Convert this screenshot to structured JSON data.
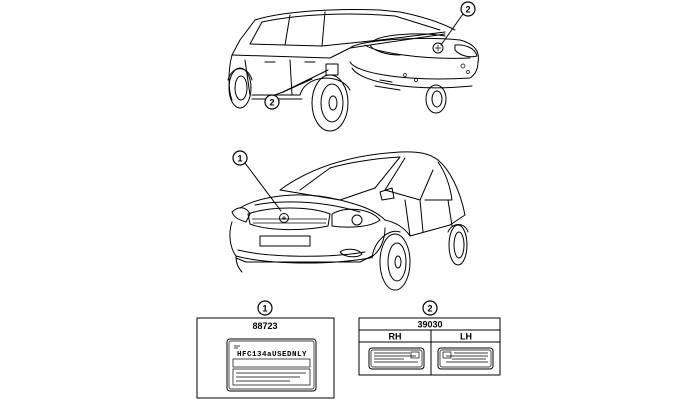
{
  "callouts": {
    "rear_car_upper": "2",
    "rear_car_lower": "2",
    "front_car": "1",
    "box1_header": "1",
    "box2_header": "2"
  },
  "label_box_1": {
    "part_number": "88723",
    "label_text": "HFC134aUSEDNLY"
  },
  "label_box_2": {
    "part_number": "39030",
    "col_rh": "RH",
    "col_lh": "LH"
  }
}
